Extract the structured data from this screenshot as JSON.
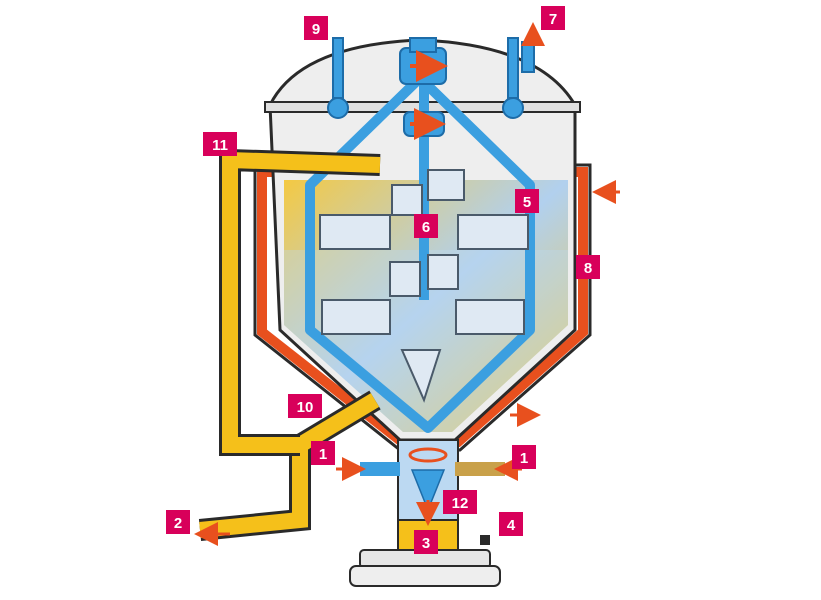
{
  "diagram": {
    "colors": {
      "callout": "#d8005a",
      "vessel_outline": "#2a2a2a",
      "vessel_fill": "#e8e8e8",
      "heating_jacket": "#e8501e",
      "heating_jacket_inner": "#ffffff",
      "product_yellow": "#f5c01a",
      "gas_blue": "#3b9fe0",
      "liquid_blue": "#bcd9f2",
      "arrow": "#e8501e"
    },
    "callouts": [
      {
        "id": "callout-1-left",
        "label": "1"
      },
      {
        "id": "callout-1-right",
        "label": "1"
      },
      {
        "id": "callout-2",
        "label": "2"
      },
      {
        "id": "callout-3",
        "label": "3"
      },
      {
        "id": "callout-4",
        "label": "4"
      },
      {
        "id": "callout-5",
        "label": "5"
      },
      {
        "id": "callout-6",
        "label": "6"
      },
      {
        "id": "callout-7",
        "label": "7"
      },
      {
        "id": "callout-8",
        "label": "8"
      },
      {
        "id": "callout-9",
        "label": "9"
      },
      {
        "id": "callout-10",
        "label": "10"
      },
      {
        "id": "callout-11",
        "label": "11"
      },
      {
        "id": "callout-12",
        "label": "12"
      }
    ]
  }
}
